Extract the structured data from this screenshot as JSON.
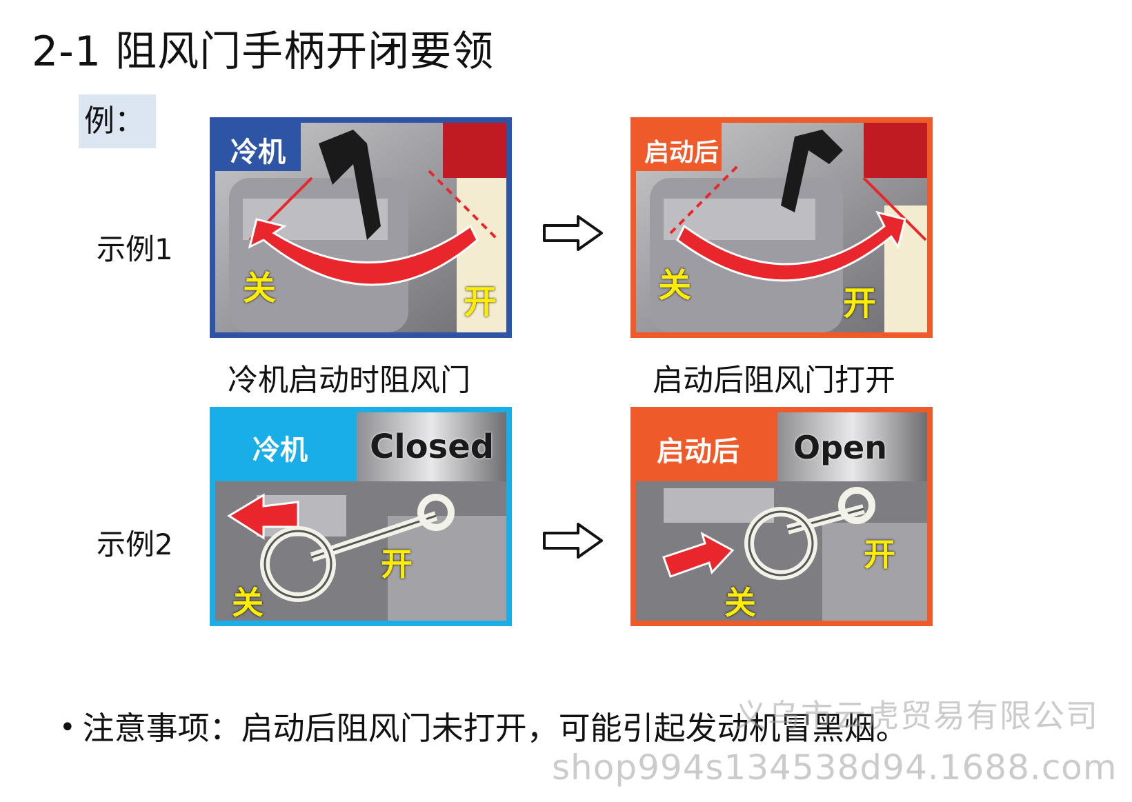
{
  "title": "2-1 阻风门手柄开闭要领",
  "example_tag": "例：",
  "rows": [
    {
      "label": "示例1",
      "left": {
        "tag": "冷机",
        "close_label": "关",
        "open_label": "开",
        "caption": "冷机启动时阻风门"
      },
      "right": {
        "tag": "启动后",
        "close_label": "关",
        "open_label": "开",
        "caption": "启动后阻风门打开"
      }
    },
    {
      "label": "示例2",
      "left": {
        "tag": "冷机",
        "state": "Closed",
        "close_label": "关",
        "open_label": "开"
      },
      "right": {
        "tag": "启动后",
        "state": "Open",
        "close_label": "关",
        "open_label": "开"
      }
    }
  ],
  "note": "注意事项：启动后阻风门未打开，可能引起发动机冒黑烟。",
  "watermark": {
    "company": "义乌市云虎贸易有限公司",
    "shop": "shop994s134538d94.1688.com"
  },
  "colors": {
    "cold_blue": "#2e55a5",
    "cold_cyan": "#1aaee8",
    "after_orange": "#ef5a2a",
    "arrow_red": "#e8262b",
    "label_yellow": "#ffee00"
  },
  "icons": {
    "transition": "hollow-right-arrow-icon"
  }
}
